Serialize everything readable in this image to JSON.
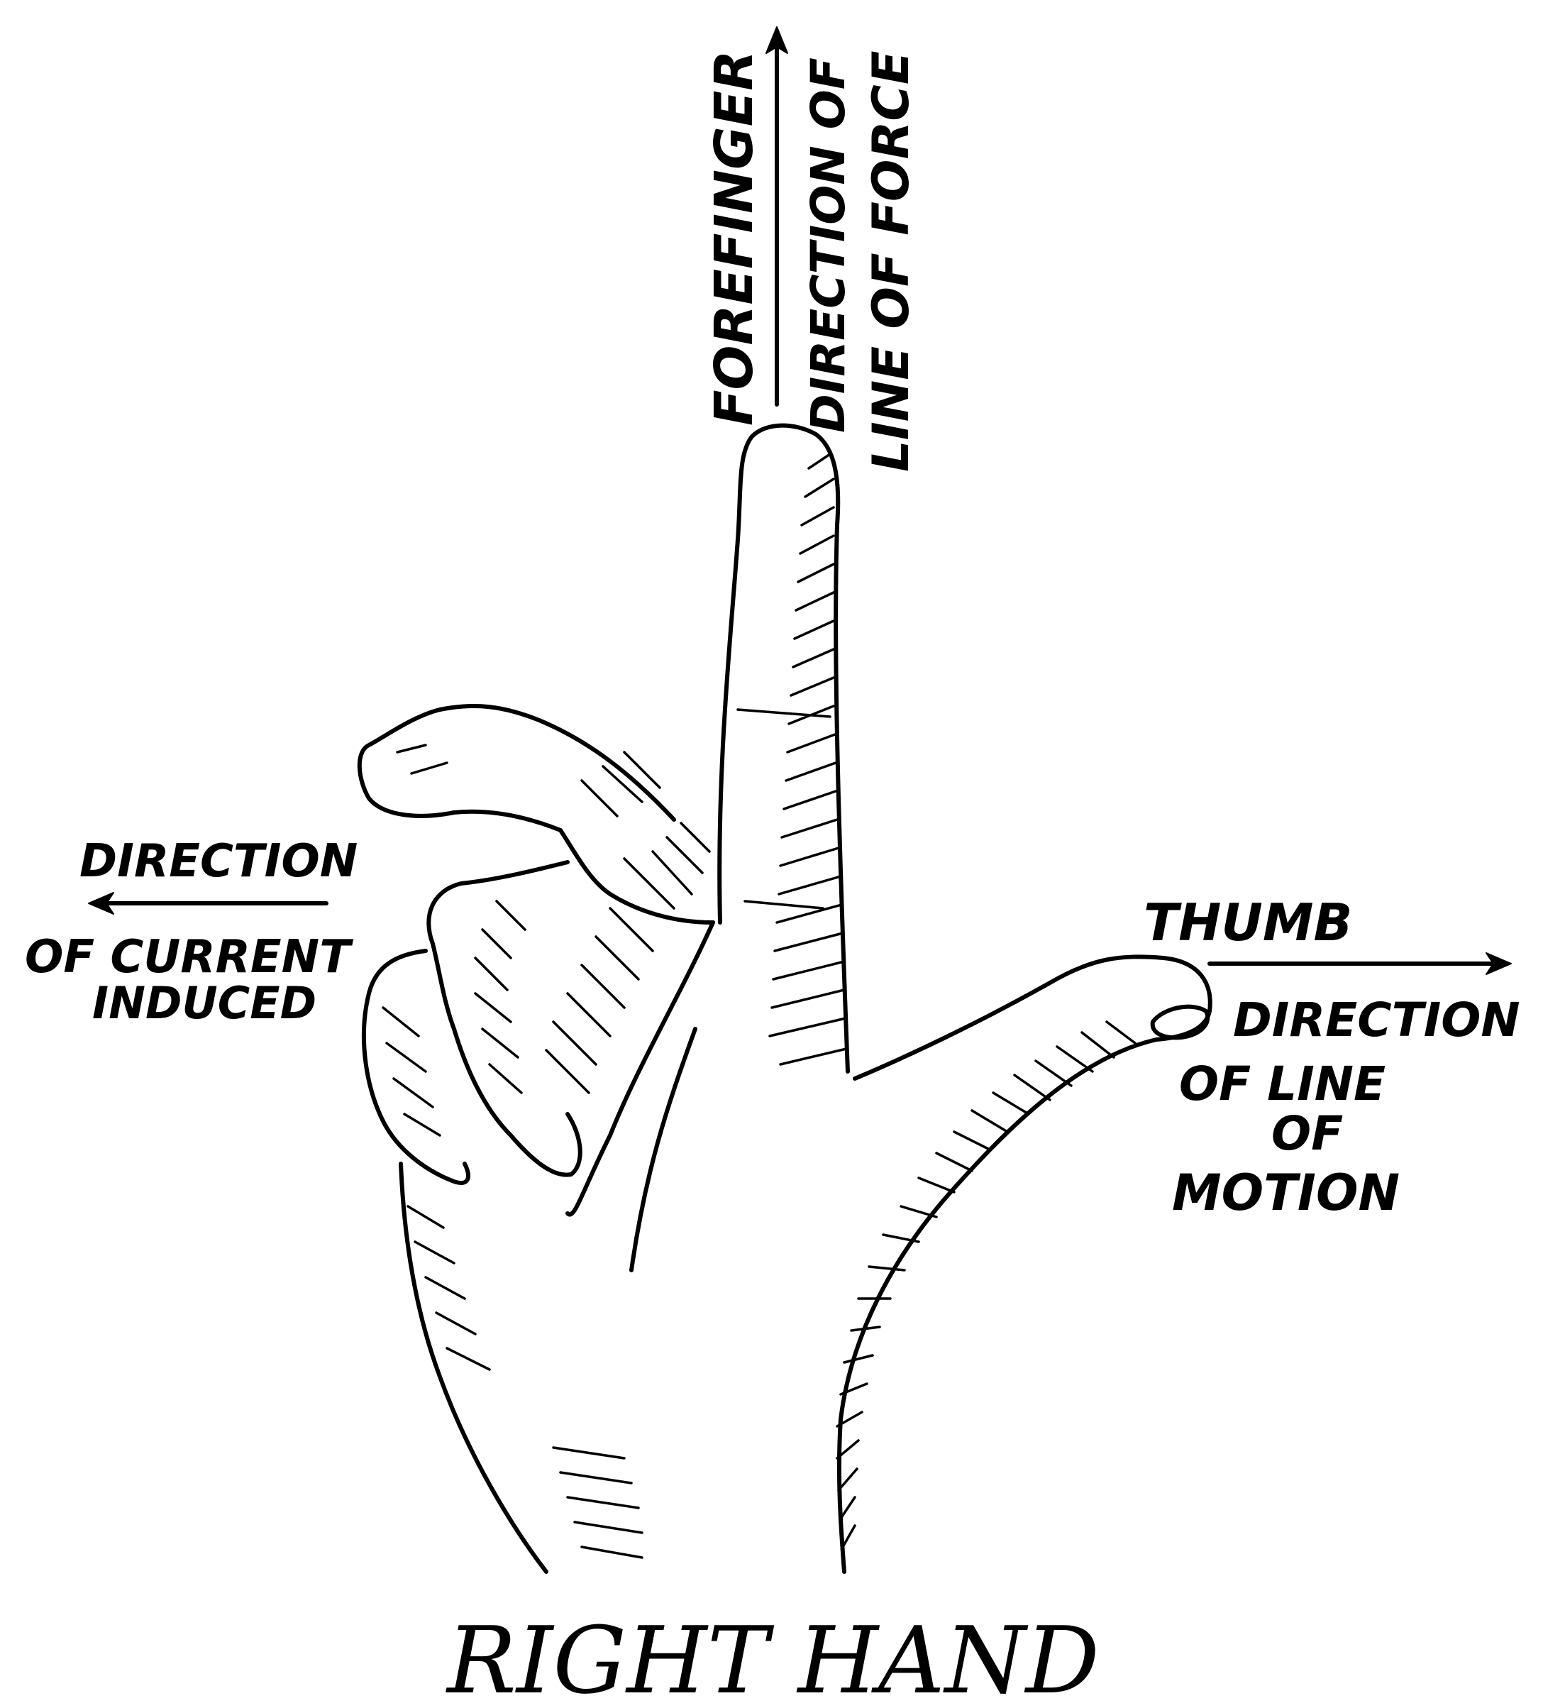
{
  "diagram": {
    "title": "RIGHT HAND",
    "forefinger": {
      "name": "FOREFINGER",
      "line1": "DIRECTION OF",
      "line2": "LINE OF FORCE"
    },
    "middle_finger": {
      "line1": "DIRECTION",
      "line2": "OF CURRENT",
      "line3": "INDUCED"
    },
    "thumb": {
      "name": "THUMB",
      "line1": "DIRECTION",
      "line2": "OF LINE",
      "line3": "OF",
      "line4": "MOTION"
    }
  }
}
